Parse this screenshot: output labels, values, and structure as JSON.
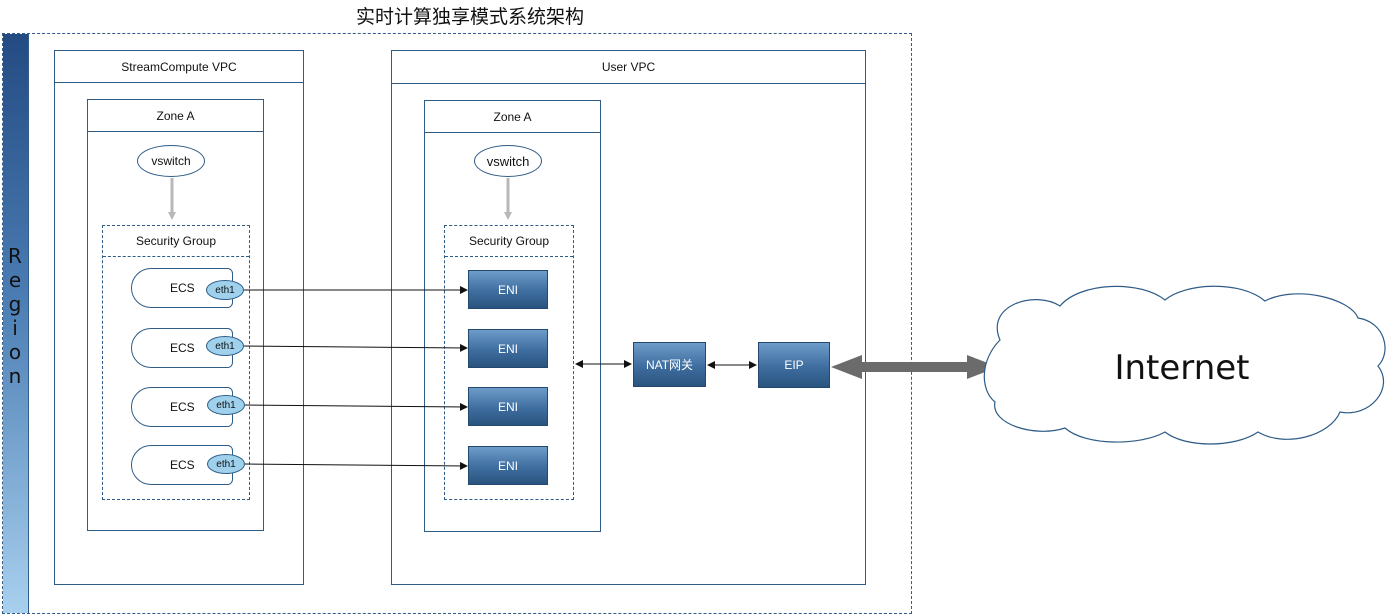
{
  "title": "实时计算独享模式系统架构",
  "region": {
    "letters": [
      "R",
      "e",
      "g",
      "i",
      "o",
      "n"
    ]
  },
  "streamcompute_vpc": {
    "label": "StreamCompute VPC",
    "zone": "Zone A",
    "vswitch": "vswitch",
    "security_group": "Security Group",
    "ecs_nodes": [
      {
        "label": "ECS",
        "nic": "eth1"
      },
      {
        "label": "ECS",
        "nic": "eth1"
      },
      {
        "label": "ECS",
        "nic": "eth1"
      },
      {
        "label": "ECS",
        "nic": "eth1"
      }
    ]
  },
  "user_vpc": {
    "label": "User VPC",
    "zone": "Zone A",
    "vswitch": "vswitch",
    "security_group": "Security Group",
    "enis": [
      "ENI",
      "ENI",
      "ENI",
      "ENI"
    ]
  },
  "nat_gateway": "NAT网关",
  "eip": "EIP",
  "internet": "Internet",
  "colors": {
    "border": "#2e5c87",
    "node_fill": "#3e6d9f",
    "nic_fill": "#9fd0ec",
    "connector": "#b8b8b8",
    "link": "#6b6b6b"
  }
}
